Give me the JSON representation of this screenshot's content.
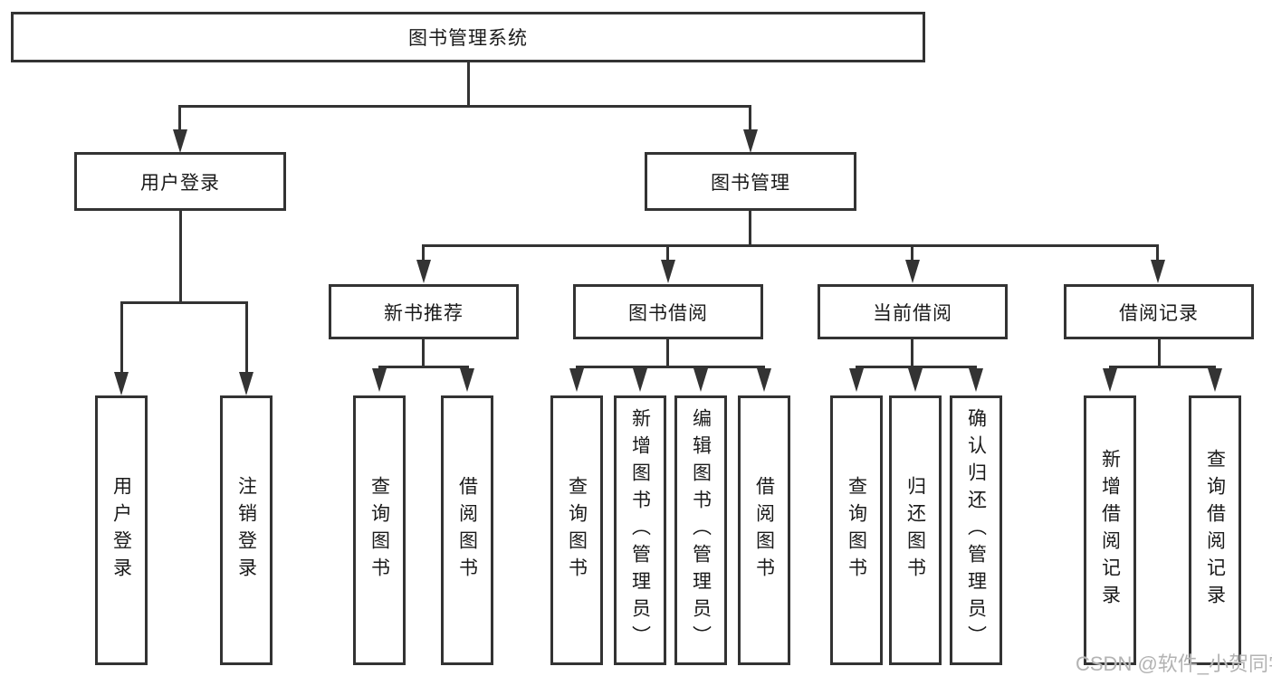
{
  "diagram": {
    "title": "图书管理系统",
    "root": {
      "label": "图书管理系统"
    },
    "login": {
      "label": "用户登录",
      "children": [
        {
          "label": "用户登录"
        },
        {
          "label": "注销登录"
        }
      ]
    },
    "mgmt": {
      "label": "图书管理",
      "children": [
        {
          "label": "新书推荐",
          "children": [
            {
              "label": "查询图书"
            },
            {
              "label": "借阅图书"
            }
          ]
        },
        {
          "label": "图书借阅",
          "children": [
            {
              "label": "查询图书"
            },
            {
              "label": "新增图书（管理员）"
            },
            {
              "label": "编辑图书（管理员）"
            },
            {
              "label": "借阅图书"
            }
          ]
        },
        {
          "label": "当前借阅",
          "children": [
            {
              "label": "查询图书"
            },
            {
              "label": "归还图书"
            },
            {
              "label": "确认归还（管理员）"
            }
          ]
        },
        {
          "label": "借阅记录",
          "children": [
            {
              "label": "新增借阅记录"
            },
            {
              "label": "查询借阅记录"
            }
          ]
        }
      ]
    },
    "colors": {
      "line": "#333333",
      "text": "#1a1a1a",
      "background": "#ffffff",
      "watermark": "#b3b3b3"
    }
  },
  "watermark": {
    "text": "CSDN @软件_小贺同学"
  }
}
